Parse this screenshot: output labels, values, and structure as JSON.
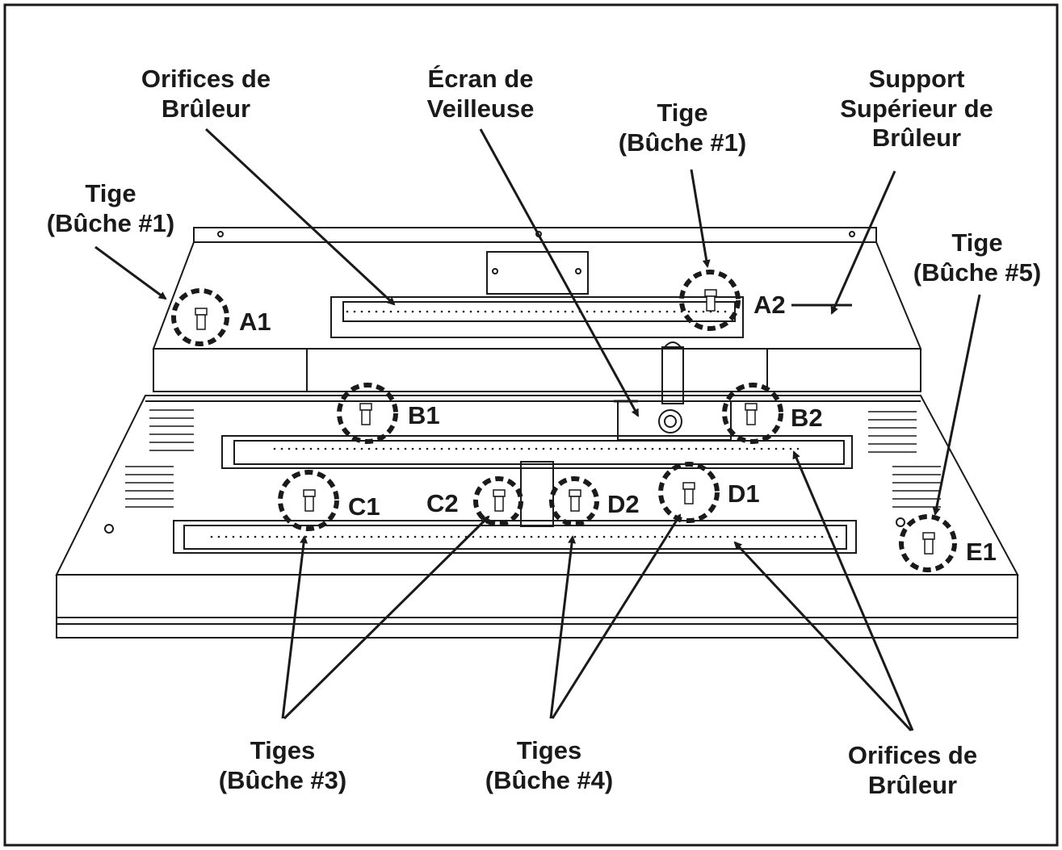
{
  "labels": {
    "orifices_top": "Orifices de\nBrûleur",
    "ecran": "Écran de\nVeilleuse",
    "tige_a2": "Tige\n(Bûche #1)",
    "support": "Support\nSupérieur de\nBrûleur",
    "tige_a1": "Tige\n(Bûche #1)",
    "tige_e1": "Tige\n(Bûche #5)",
    "tiges_b3": "Tiges\n(Bûche #3)",
    "tiges_b4": "Tiges\n(Bûche #4)",
    "orifices_bottom": "Orifices de\nBrûleur"
  },
  "codes": {
    "a1": "A1",
    "a2": "A2",
    "b1": "B1",
    "b2": "B2",
    "c1": "C1",
    "c2": "C2",
    "d1": "D1",
    "d2": "D2",
    "e1": "E1"
  },
  "colors": {
    "line": "#1a1a1a",
    "background": "#ffffff"
  }
}
